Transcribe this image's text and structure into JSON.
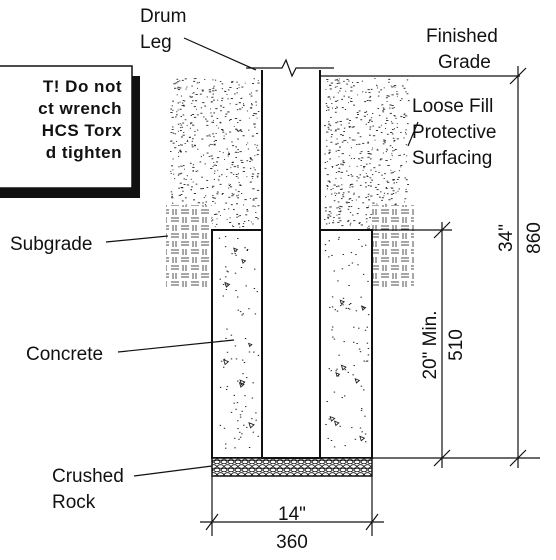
{
  "labels": {
    "drum_leg_1": "Drum",
    "drum_leg_2": "Leg",
    "finished_grade_1": "Finished",
    "finished_grade_2": "Grade",
    "loose_fill_1": "Loose Fill",
    "loose_fill_2": "Protective",
    "loose_fill_3": "Surfacing",
    "subgrade": "Subgrade",
    "concrete": "Concrete",
    "crushed_rock_1": "Crushed",
    "crushed_rock_2": "Rock"
  },
  "dimensions": {
    "width_in": "14\"",
    "width_mm": "360",
    "min_depth_in": "20\" Min.",
    "min_depth_mm": "510",
    "total_depth_in": "34\"",
    "total_depth_mm": "860"
  },
  "note": {
    "line1": "T! Do not",
    "line2": "ct wrench",
    "line3": "HCS Torx",
    "line4": "d tighten"
  }
}
